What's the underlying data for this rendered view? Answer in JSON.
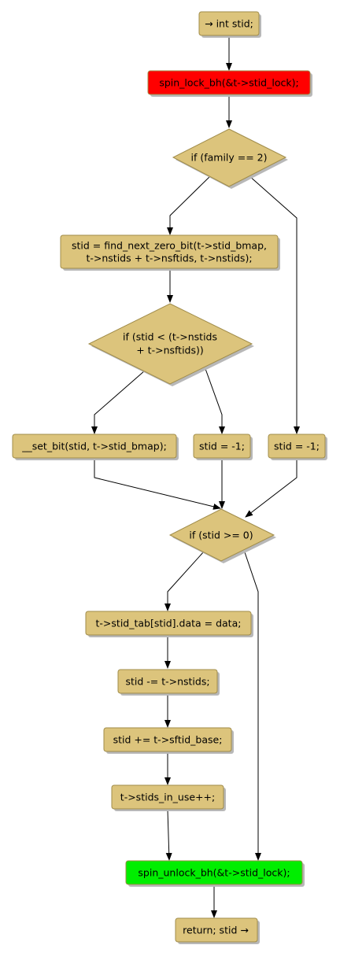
{
  "colors": {
    "node": "#dcc47c",
    "lock": "#ff0000",
    "unlock": "#00ee00",
    "border": "#a08c4a",
    "edge": "#000000"
  },
  "nodes": {
    "start": "→ int stid;",
    "lock": "spin_lock_bh(&t->stid_lock);",
    "if_family": "if (family == 2)",
    "find_line1": "stid = find_next_zero_bit(t->stid_bmap,",
    "find_line2": "t->nstids + t->nsftids, t->nstids);",
    "if_stid_line1": "if (stid < (t->nstids",
    "if_stid_line2": "+ t->nsftids))",
    "set_bit": "__set_bit(stid, t->stid_bmap);",
    "stid_neg1_inner": "stid = -1;",
    "stid_neg1_outer": "stid = -1;",
    "if_ge0": "if (stid >= 0)",
    "tab_data": "t->stid_tab[stid].data = data;",
    "sub_nstids": "stid -= t->nstids;",
    "add_base": "stid += t->sftid_base;",
    "in_use": "t->stids_in_use++;",
    "unlock": "spin_unlock_bh(&t->stid_lock);",
    "return": "return; stid →"
  }
}
